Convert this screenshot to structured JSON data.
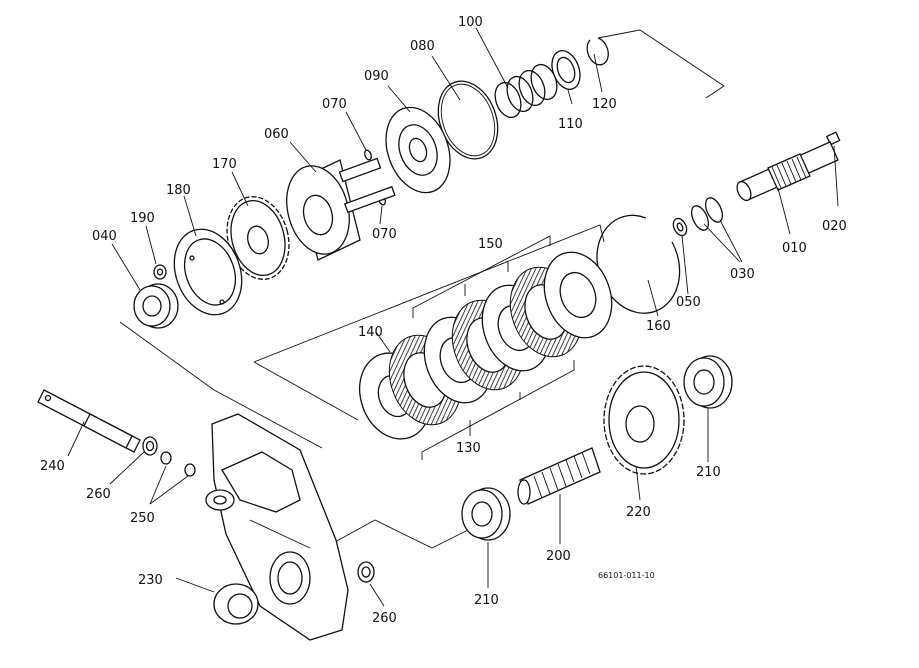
{
  "figure_code": "66101-011-10",
  "colors": {
    "ink": "#111111",
    "paper": "#ffffff"
  },
  "parts": [
    {
      "id": "p010",
      "label": "010"
    },
    {
      "id": "p020",
      "label": "020"
    },
    {
      "id": "p030",
      "label": "030"
    },
    {
      "id": "p040",
      "label": "040"
    },
    {
      "id": "p050",
      "label": "050"
    },
    {
      "id": "p060",
      "label": "060"
    },
    {
      "id": "p070a",
      "label": "070"
    },
    {
      "id": "p070b",
      "label": "070"
    },
    {
      "id": "p080",
      "label": "080"
    },
    {
      "id": "p090",
      "label": "090"
    },
    {
      "id": "p100",
      "label": "100"
    },
    {
      "id": "p110",
      "label": "110"
    },
    {
      "id": "p120",
      "label": "120"
    },
    {
      "id": "p130",
      "label": "130"
    },
    {
      "id": "p140",
      "label": "140"
    },
    {
      "id": "p150",
      "label": "150"
    },
    {
      "id": "p160",
      "label": "160"
    },
    {
      "id": "p170",
      "label": "170"
    },
    {
      "id": "p180",
      "label": "180"
    },
    {
      "id": "p190",
      "label": "190"
    },
    {
      "id": "p200",
      "label": "200"
    },
    {
      "id": "p210a",
      "label": "210"
    },
    {
      "id": "p210b",
      "label": "210"
    },
    {
      "id": "p220",
      "label": "220"
    },
    {
      "id": "p230",
      "label": "230"
    },
    {
      "id": "p240",
      "label": "240"
    },
    {
      "id": "p250",
      "label": "250"
    },
    {
      "id": "p260a",
      "label": "260"
    },
    {
      "id": "p260b",
      "label": "260"
    }
  ]
}
